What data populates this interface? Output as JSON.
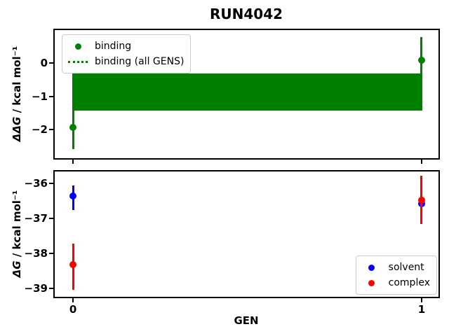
{
  "title": "RUN4042",
  "xlabel": "GEN",
  "colors": {
    "binding": "#008000",
    "solvent": "#0000ff",
    "complex": "#ff0000",
    "frame": "#000000",
    "legend_border": "#cccccc"
  },
  "chart_data": [
    {
      "type": "scatter",
      "name": "binding-free-energy-plot",
      "ylabel_var": "ΔΔG",
      "ylabel_rest": " / kcal mol⁻¹",
      "ylim": [
        -2.85,
        0.98
      ],
      "xlim": [
        -0.0524,
        1.0484
      ],
      "grid": false,
      "yticks": [
        {
          "value": 0,
          "label": "0"
        },
        {
          "value": -1,
          "label": "−1"
        },
        {
          "value": -2,
          "label": "−2"
        }
      ],
      "xticks": [
        {
          "value": 0,
          "label": ""
        },
        {
          "value": 1,
          "label": ""
        }
      ],
      "band": {
        "label": "binding (all GENS)",
        "x0": 0,
        "x1": 1,
        "lo": -1.42,
        "hi": -0.31,
        "color": "#008000"
      },
      "series": [
        {
          "name": "binding",
          "color": "#008000",
          "points": [
            {
              "x": 0,
              "y": -1.93,
              "err_lo": -2.58,
              "err_hi": -0.31
            },
            {
              "x": 1,
              "y": 0.08,
              "err_lo": -1.42,
              "err_hi": 0.77
            }
          ]
        }
      ],
      "legend": {
        "position": "upper-left",
        "items": [
          {
            "label": "binding",
            "marker": "dot",
            "color": "#008000"
          },
          {
            "label": "binding (all GENS)",
            "marker": "dotted-line",
            "color": "#008000"
          }
        ]
      }
    },
    {
      "type": "scatter",
      "name": "component-free-energy-plot",
      "ylabel_var": "ΔG",
      "ylabel_rest": " / kcal mol⁻¹",
      "ylim": [
        -39.24,
        -35.66
      ],
      "xlim": [
        -0.0524,
        1.0484
      ],
      "grid": false,
      "yticks": [
        {
          "value": -36,
          "label": "−36"
        },
        {
          "value": -37,
          "label": "−37"
        },
        {
          "value": -38,
          "label": "−38"
        },
        {
          "value": -39,
          "label": "−39"
        }
      ],
      "xticks": [
        {
          "value": 0,
          "label": "0"
        },
        {
          "value": 1,
          "label": "1"
        }
      ],
      "series": [
        {
          "name": "solvent",
          "color": "#0000ff",
          "points": [
            {
              "x": 0,
              "y": -36.36,
              "err_lo": -36.76,
              "err_hi": -36.06
            },
            {
              "x": 1,
              "y": -36.58,
              "err_lo": -37.0,
              "err_hi": -36.1
            }
          ]
        },
        {
          "name": "complex",
          "color": "#ff0000",
          "points": [
            {
              "x": 0,
              "y": -38.32,
              "err_lo": -39.04,
              "err_hi": -37.72
            },
            {
              "x": 1,
              "y": -36.48,
              "err_lo": -37.15,
              "err_hi": -35.78
            }
          ]
        }
      ],
      "legend": {
        "position": "lower-right",
        "items": [
          {
            "label": "solvent",
            "marker": "dot",
            "color": "#0000ff"
          },
          {
            "label": "complex",
            "marker": "dot",
            "color": "#ff0000"
          }
        ]
      }
    }
  ]
}
